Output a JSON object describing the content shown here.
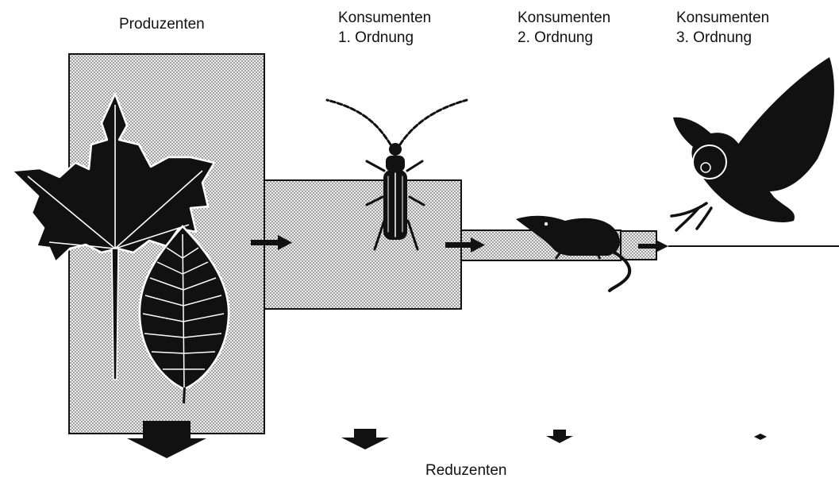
{
  "labels": {
    "producers": "Produzenten",
    "consumers_1": [
      "Konsumenten",
      "1. Ordnung"
    ],
    "consumers_2": [
      "Konsumenten",
      "2. Ordnung"
    ],
    "consumers_3": [
      "Konsumenten",
      "3. Ordnung"
    ],
    "decomposers": "Reduzenten"
  },
  "colors": {
    "ink": "#111111",
    "box_fill": "#dcdcdc",
    "background": "#ffffff"
  },
  "icons": [
    "maple-leaf-icon",
    "beech-leaf-icon",
    "beetle-icon",
    "shrew-icon",
    "owl-icon",
    "flow-arrow-icon",
    "decomposer-arrow-icon"
  ]
}
